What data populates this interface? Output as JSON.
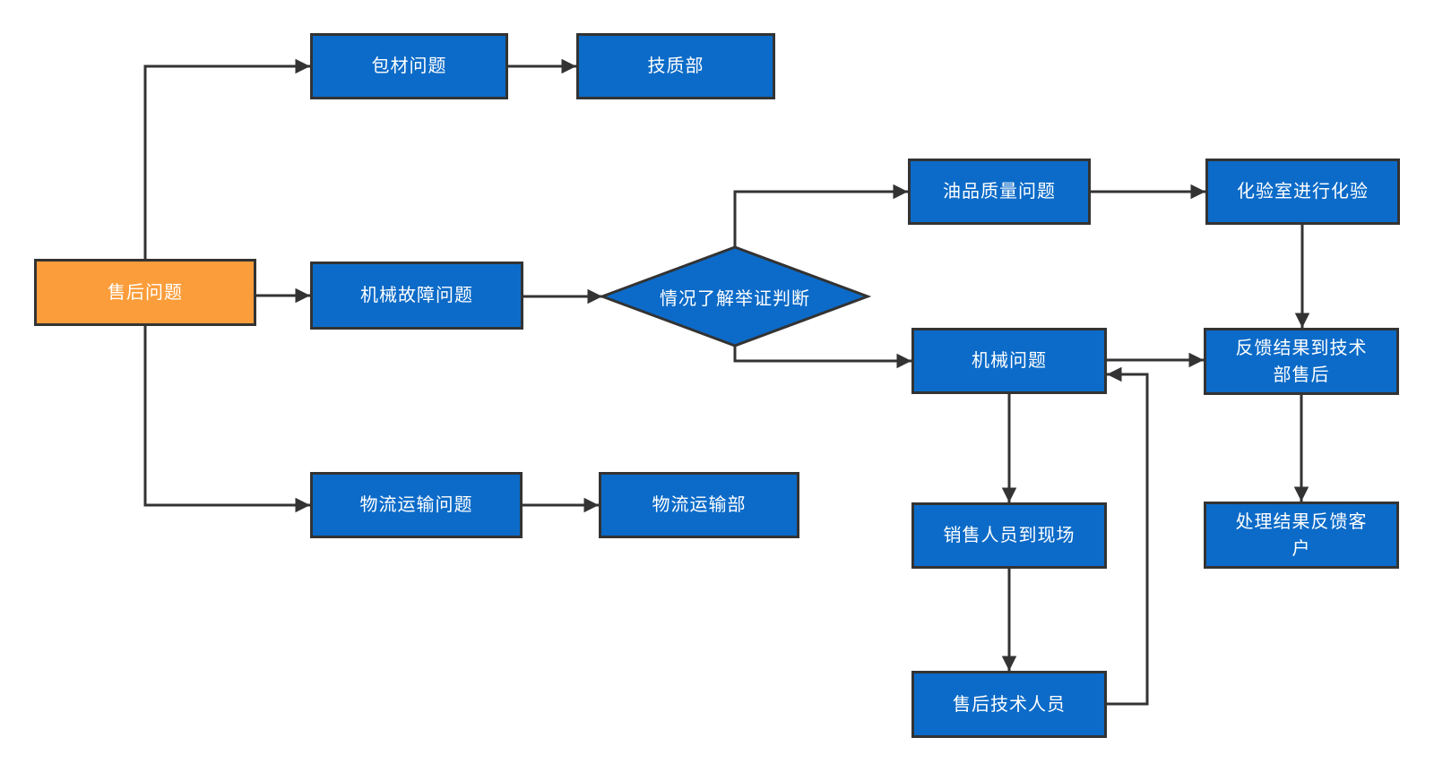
{
  "colors": {
    "node_blue": "#0C6BC8",
    "node_orange": "#FA9D3A",
    "outline": "#333333",
    "connector": "#333333",
    "label_text": "#FFFFFF",
    "background": "#FFFFFF"
  },
  "nodes": [
    {
      "id": "start",
      "label": "售后问题",
      "shape": "rect",
      "fill": "orange"
    },
    {
      "id": "packaging-problem",
      "label": "包材问题",
      "shape": "rect",
      "fill": "blue"
    },
    {
      "id": "tech-quality-dept",
      "label": "技质部",
      "shape": "rect",
      "fill": "blue"
    },
    {
      "id": "mechanical-fault-problem",
      "label": "机械故障问题",
      "shape": "rect",
      "fill": "blue"
    },
    {
      "id": "evidence-judgment-decision",
      "label": "情况了解举证判断",
      "shape": "diamond",
      "fill": "blue"
    },
    {
      "id": "oil-quality-problem",
      "label": "油品质量问题",
      "shape": "rect",
      "fill": "blue"
    },
    {
      "id": "lab-testing",
      "label": "化验室进行化验",
      "shape": "rect",
      "fill": "blue"
    },
    {
      "id": "mechanical-problem",
      "label": "机械问题",
      "shape": "rect",
      "fill": "blue"
    },
    {
      "id": "feedback-to-tech-dept-aftersales",
      "label": "反馈结果到技术\n部售后",
      "shape": "rect",
      "fill": "blue"
    },
    {
      "id": "sales-staff-on-site",
      "label": "销售人员到现场",
      "shape": "rect",
      "fill": "blue"
    },
    {
      "id": "result-feedback-to-customer",
      "label": "处理结果反馈客\n户",
      "shape": "rect",
      "fill": "blue"
    },
    {
      "id": "aftersales-tech-staff",
      "label": "售后技术人员",
      "shape": "rect",
      "fill": "blue"
    },
    {
      "id": "logistics-transport-problem",
      "label": "物流运输问题",
      "shape": "rect",
      "fill": "blue"
    },
    {
      "id": "logistics-transport-dept",
      "label": "物流运输部",
      "shape": "rect",
      "fill": "blue"
    }
  ],
  "edges": [
    {
      "from": "start",
      "to": "packaging-problem"
    },
    {
      "from": "packaging-problem",
      "to": "tech-quality-dept"
    },
    {
      "from": "start",
      "to": "mechanical-fault-problem"
    },
    {
      "from": "start",
      "to": "logistics-transport-problem"
    },
    {
      "from": "logistics-transport-problem",
      "to": "logistics-transport-dept"
    },
    {
      "from": "mechanical-fault-problem",
      "to": "evidence-judgment-decision"
    },
    {
      "from": "evidence-judgment-decision",
      "to": "oil-quality-problem"
    },
    {
      "from": "oil-quality-problem",
      "to": "lab-testing"
    },
    {
      "from": "lab-testing",
      "to": "feedback-to-tech-dept-aftersales"
    },
    {
      "from": "evidence-judgment-decision",
      "to": "mechanical-problem"
    },
    {
      "from": "mechanical-problem",
      "to": "feedback-to-tech-dept-aftersales"
    },
    {
      "from": "feedback-to-tech-dept-aftersales",
      "to": "result-feedback-to-customer"
    },
    {
      "from": "mechanical-problem",
      "to": "sales-staff-on-site"
    },
    {
      "from": "sales-staff-on-site",
      "to": "aftersales-tech-staff"
    },
    {
      "from": "aftersales-tech-staff",
      "to": "mechanical-problem"
    }
  ]
}
